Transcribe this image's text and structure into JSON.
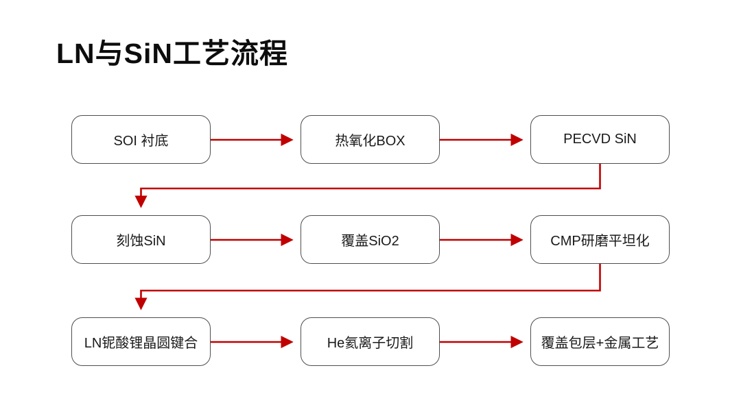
{
  "title": "LN与SiN工艺流程",
  "flow": {
    "nodes": [
      {
        "id": "soi-substrate",
        "label": "SOI 衬底",
        "row": 1,
        "col": 1
      },
      {
        "id": "thermal-oxide-box",
        "label": "热氧化BOX",
        "row": 1,
        "col": 2
      },
      {
        "id": "pecvd-sin",
        "label": "PECVD SiN",
        "row": 1,
        "col": 3
      },
      {
        "id": "etch-sin",
        "label": "刻蚀SiN",
        "row": 2,
        "col": 1
      },
      {
        "id": "cover-sio2",
        "label": "覆盖SiO2",
        "row": 2,
        "col": 2
      },
      {
        "id": "cmp-planarization",
        "label": "CMP研磨平坦化",
        "row": 2,
        "col": 3
      },
      {
        "id": "ln-wafer-bonding",
        "label": "LN铌酸锂晶圆键合",
        "row": 3,
        "col": 1
      },
      {
        "id": "he-ion-slicing",
        "label": "He氦离子切割",
        "row": 3,
        "col": 2
      },
      {
        "id": "cladding-metal",
        "label": "覆盖包层+金属工艺",
        "row": 3,
        "col": 3
      }
    ],
    "edges": [
      "SOI 衬底 → 热氧化BOX",
      "热氧化BOX → PECVD SiN",
      "PECVD SiN → 刻蚀SiN",
      "刻蚀SiN → 覆盖SiO2",
      "覆盖SiO2 → CMP研磨平坦化",
      "CMP研磨平坦化 → LN铌酸锂晶圆键合",
      "LN铌酸锂晶圆键合 → He氦离子切割",
      "He氦离子切割 → 覆盖包层+金属工艺"
    ]
  },
  "colors": {
    "arrow": "#c00000",
    "box_border": "#4d4d4d",
    "box_fill": "#ffffff",
    "title_text": "#0d0d0d",
    "node_text": "#1a1a1a",
    "background": "#ffffff"
  }
}
